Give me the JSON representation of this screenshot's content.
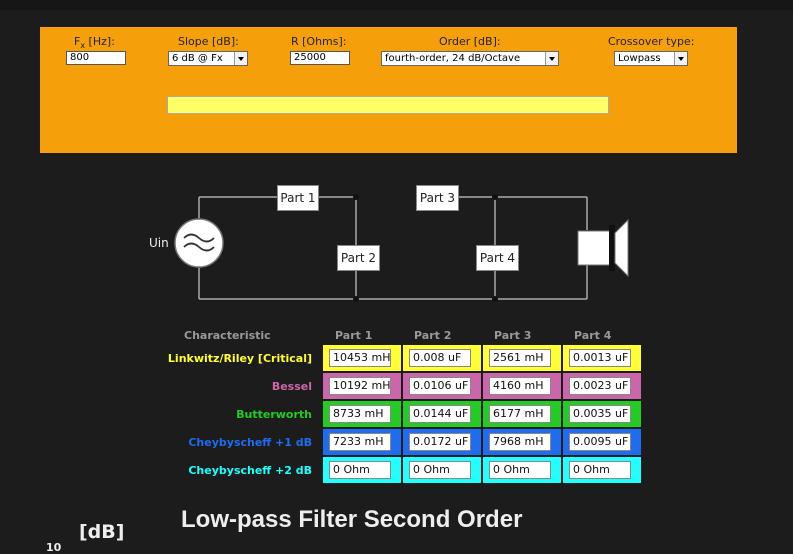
{
  "controls": {
    "fx": {
      "label_main": "F",
      "label_sub": "x",
      "label_unit": " [Hz]:",
      "value": "800"
    },
    "slope": {
      "label": "Slope [dB]:",
      "value": "6 dB @ Fx"
    },
    "r": {
      "label": "R [Ohms]:",
      "value": "25000"
    },
    "order": {
      "label": "Order [dB]:",
      "value": "fourth-order, 24 dB/Octave"
    },
    "crossover": {
      "label": "Crossover type:",
      "value": "Lowpass"
    },
    "message": ""
  },
  "circuit": {
    "uin_label": "Uin",
    "parts": [
      "Part 1",
      "Part 2",
      "Part 3",
      "Part 4"
    ]
  },
  "table": {
    "headers": [
      "Characteristic",
      "Part 1",
      "Part 2",
      "Part 3",
      "Part 4"
    ],
    "rows": [
      {
        "label": "Linkwitz/Riley [Critical]",
        "color": "#ffff33",
        "values": [
          "10453 mH",
          "0.008 uF",
          "2561 mH",
          "0.0013 uF"
        ]
      },
      {
        "label": "Bessel",
        "color": "#cc66aa",
        "values": [
          "10192 mH",
          "0.0106 uF",
          "4160 mH",
          "0.0023 uF"
        ]
      },
      {
        "label": "Butterworth",
        "color": "#22cc22",
        "values": [
          "8733 mH",
          "0.0144 uF",
          "6177 mH",
          "0.0035 uF"
        ]
      },
      {
        "label": "Cheybyscheff +1 dB",
        "color": "#1e6cf0",
        "values": [
          "7233 mH",
          "0.0172 uF",
          "7968 mH",
          "0.0095 uF"
        ]
      },
      {
        "label": "Cheybyscheff +2 dB",
        "color": "#22ffff",
        "values": [
          "0 Ohm",
          "0 Ohm",
          "0 Ohm",
          "0 Ohm"
        ]
      }
    ]
  },
  "chart": {
    "title": "Low-pass Filter Second Order",
    "y_unit": "[dB]",
    "first_tick": "10"
  }
}
